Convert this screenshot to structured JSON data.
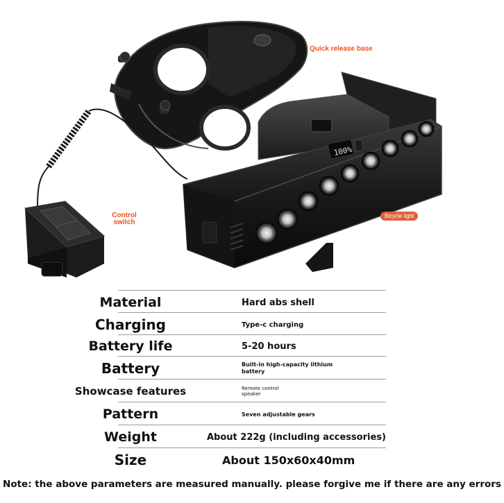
{
  "callouts": {
    "quick_release": "Quick release base",
    "control_line1": "Control",
    "control_line2": "switch",
    "bicycle_light": "Bicycle light"
  },
  "display": {
    "battery_readout": "100%"
  },
  "specs": [
    {
      "key": "Material",
      "value": "Hard abs shell"
    },
    {
      "key": "Charging",
      "value": "Type-c charging"
    },
    {
      "key": "Battery life",
      "value": "5-20 hours"
    },
    {
      "key": "Battery",
      "value": "Built-in high-capacity lithium battery"
    },
    {
      "key": "Showcase features",
      "value": "Remote control speaker"
    },
    {
      "key": "Pattern",
      "value": "Seven adjustable gears"
    },
    {
      "key": "Weight",
      "value": "About 222g (including accessories)"
    },
    {
      "key": "Size",
      "value": "About 150x60x40mm"
    }
  ],
  "note": "Note: the above parameters are measured manually. please forgive me if there are any errors"
}
